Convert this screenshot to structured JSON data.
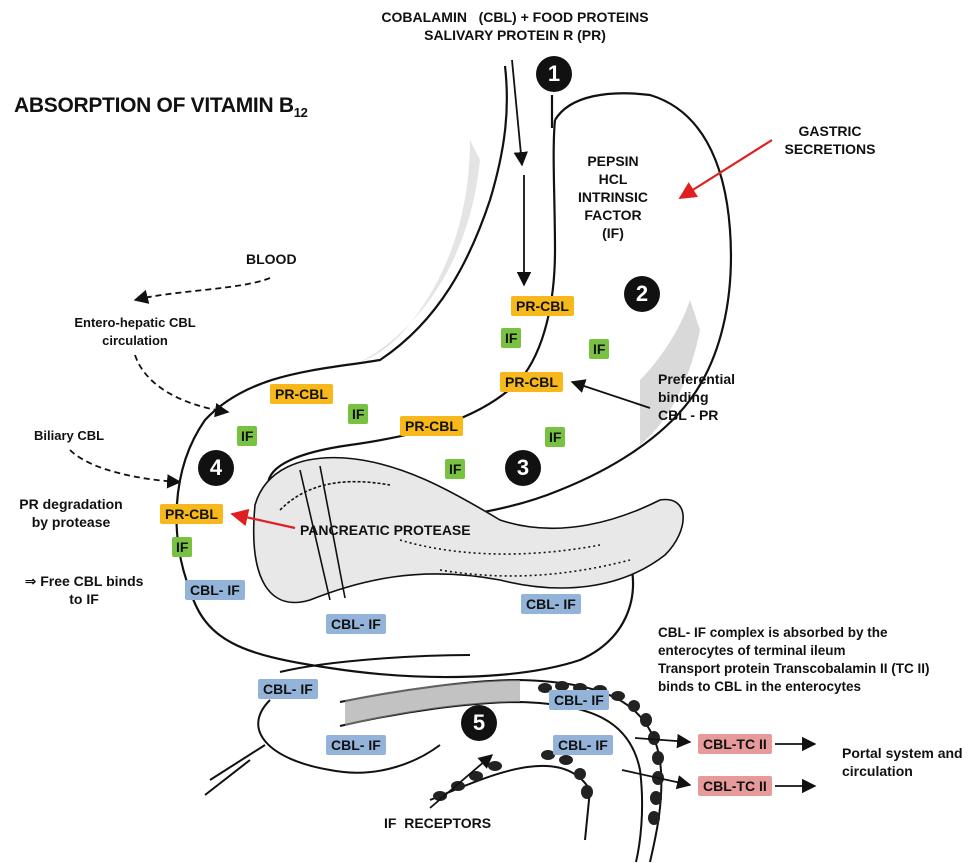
{
  "title": {
    "main": "ABSORPTION OF VITAMIN B",
    "sub": "12"
  },
  "top": {
    "line1": "COBALAMIN   (CBL) + FOOD PROTEINS",
    "line2": "SALIVARY PROTEIN R (PR)"
  },
  "stomach": {
    "l1": "PEPSIN",
    "l2": "HCL",
    "l3": "INTRINSIC",
    "l4": "FACTOR",
    "l5": "(IF)"
  },
  "gastric": {
    "l1": "GASTRIC",
    "l2": "SECRETIONS"
  },
  "blood": "BLOOD",
  "entero": {
    "l1": "Entero-hepatic CBL",
    "l2": "circulation"
  },
  "biliary": "Biliary CBL",
  "pr_deg": {
    "l1": "PR degradation",
    "l2": "by protease"
  },
  "free_cbl": {
    "l1": "⇒ Free CBL binds",
    "l2": "to IF"
  },
  "preferential": {
    "l1": "Preferential",
    "l2": "binding",
    "l3": "CBL - PR"
  },
  "pancreatic": "PANCREATIC PROTEASE",
  "absorbed": {
    "l1": "CBL- IF complex is absorbed by the",
    "l2": "enterocytes of terminal ileum",
    "l3": "Transport protein Transcobalamin II (TC II)",
    "l4": "binds to CBL in the enterocytes"
  },
  "portal": {
    "l1": "Portal system and",
    "l2": "circulation"
  },
  "receptors": "IF  RECEPTORS",
  "steps": [
    "1",
    "2",
    "3",
    "4",
    "5"
  ],
  "labels": {
    "pr_cbl": "PR-CBL",
    "if": "IF",
    "cbl_if": "CBL- IF",
    "cbl_tc": "CBL-TC II"
  },
  "colors": {
    "pr_cbl": "#f6b81b",
    "if": "#79c141",
    "cbl_if": "#93b4d8",
    "cbl_tc": "#e79a9a",
    "red_arrow": "#e02020"
  }
}
